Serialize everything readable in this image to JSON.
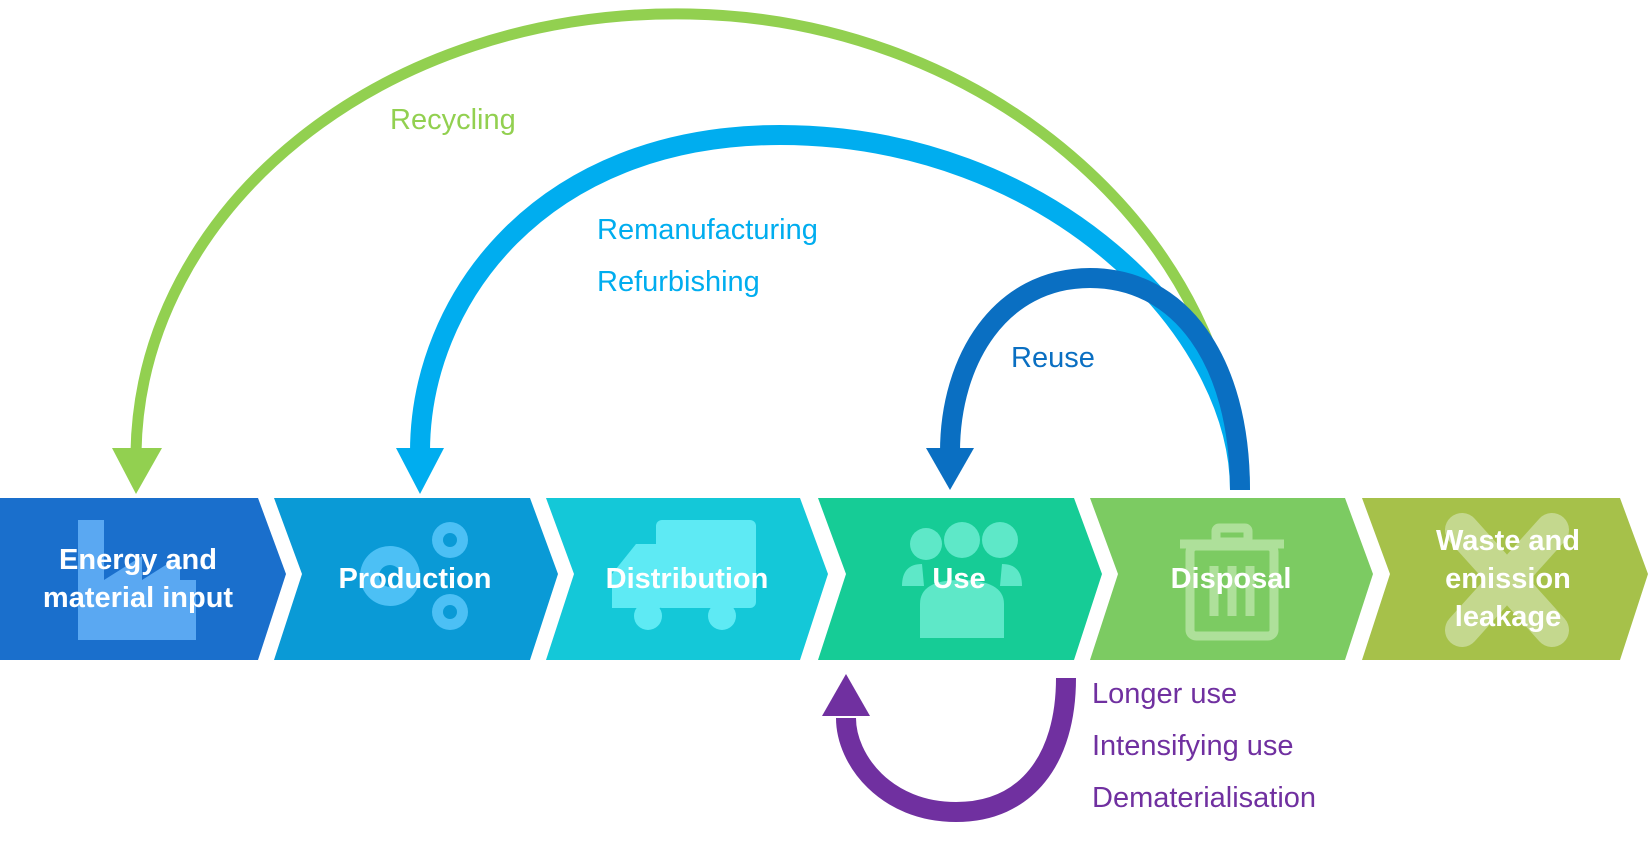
{
  "stages": [
    {
      "label": "Energy and material input",
      "color": "#1a6fcc",
      "icon": "factory-icon"
    },
    {
      "label": "Production",
      "color": "#0a9ad6",
      "icon": "gears-icon"
    },
    {
      "label": "Distribution",
      "color": "#14c8d8",
      "icon": "truck-icon"
    },
    {
      "label": "Use",
      "color": "#16cc96",
      "icon": "people-icon"
    },
    {
      "label": "Disposal",
      "color": "#7ccb62",
      "icon": "trash-can-icon"
    },
    {
      "label": "Waste and emission leakage",
      "color": "#a6c14a",
      "icon": "cross-icon"
    }
  ],
  "loops": {
    "recycling": {
      "label": "Recycling",
      "color": "#92d050"
    },
    "remanufacturing": {
      "labels": [
        "Remanufacturing",
        "Refurbishing"
      ],
      "color": "#00adef"
    },
    "reuse": {
      "label": "Reuse",
      "color": "#0a6fc2"
    },
    "use_loop": {
      "labels": [
        "Longer use",
        "Intensifying use",
        "Dematerialisation"
      ],
      "color": "#7030a0"
    }
  }
}
